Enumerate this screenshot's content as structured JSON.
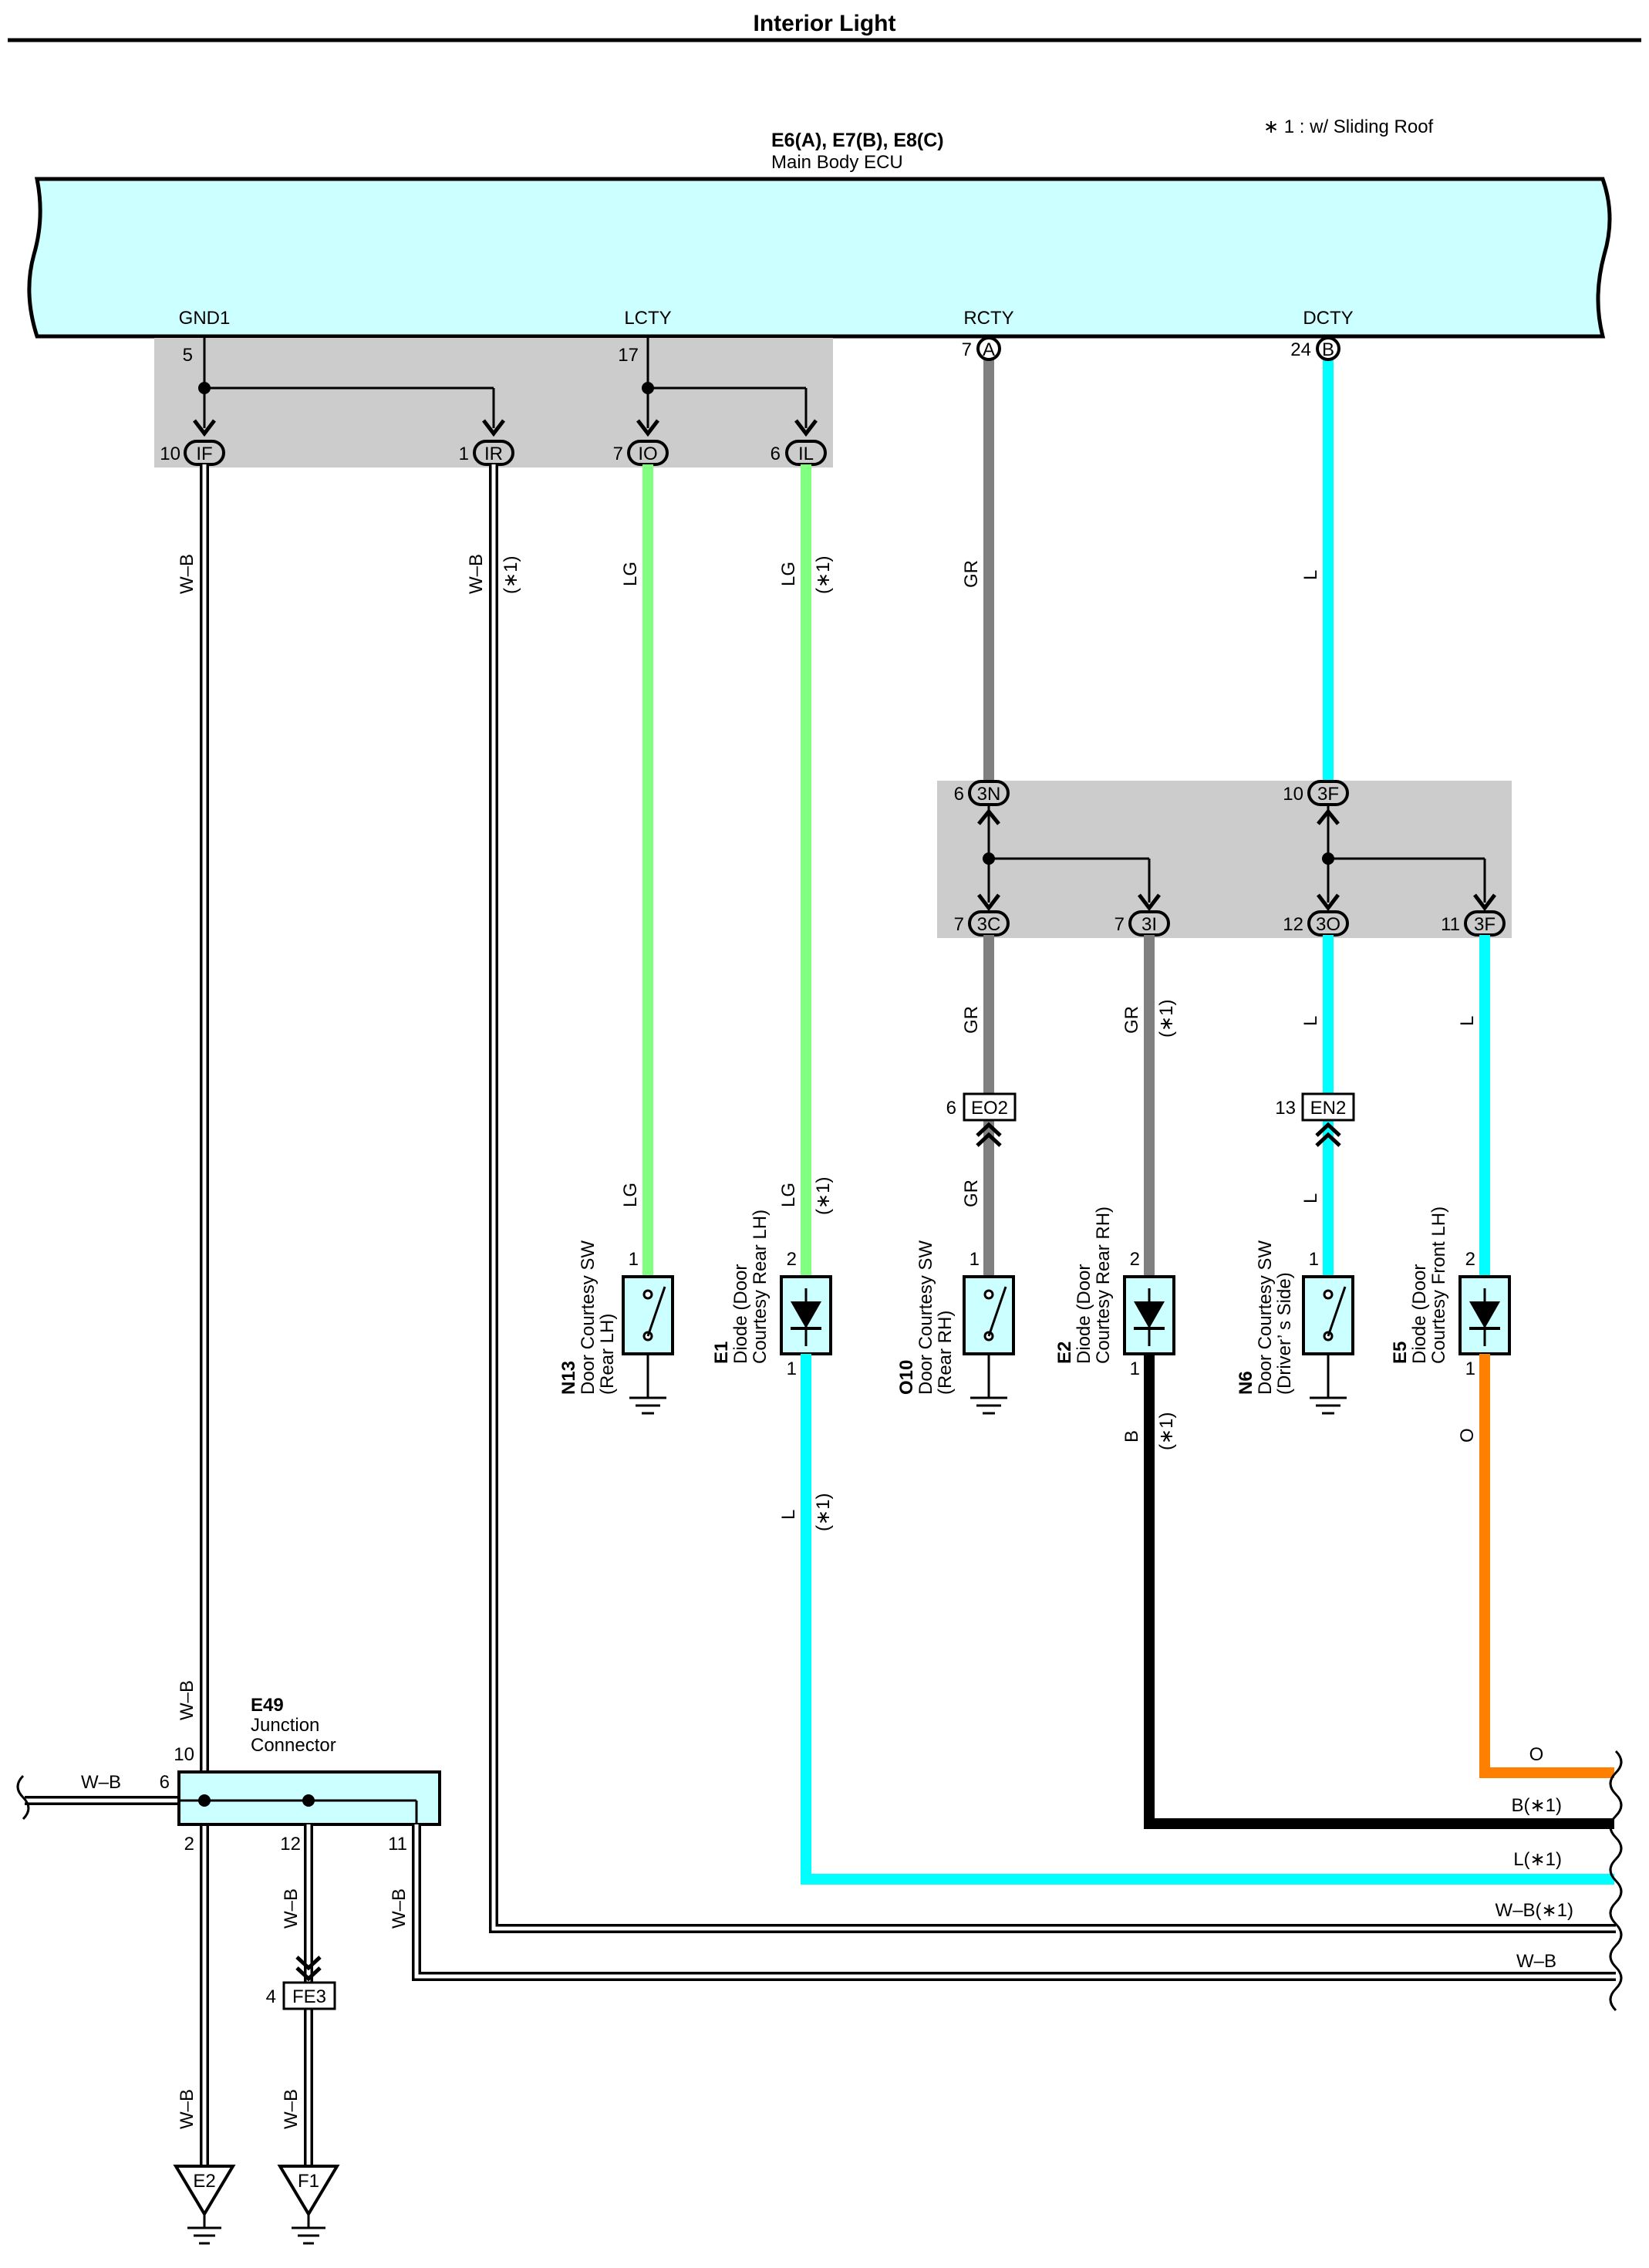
{
  "title": "Interior Light",
  "footnote": "∗ 1 : w/ Sliding Roof",
  "ecu": {
    "ref": "E6(A), E7(B), E8(C)",
    "name": "Main Body ECU"
  },
  "ecu_terminals": {
    "gnd1": {
      "name": "GND1",
      "pin": "5"
    },
    "lcty": {
      "name": "LCTY",
      "pin": "17"
    },
    "rcty": {
      "name": "RCTY",
      "pin": "7",
      "conn": "A"
    },
    "dcty": {
      "name": "DCTY",
      "pin": "24",
      "conn": "B"
    }
  },
  "junction_top": {
    "if": {
      "pin": "10",
      "label": "IF"
    },
    "ir": {
      "pin": "1",
      "label": "IR"
    },
    "io": {
      "pin": "7",
      "label": "IO"
    },
    "il": {
      "pin": "6",
      "label": "IL"
    }
  },
  "junction_mid": {
    "in3n": {
      "pin": "6",
      "label": "3N"
    },
    "in3f": {
      "pin": "10",
      "label": "3F"
    },
    "out3c": {
      "pin": "7",
      "label": "3C"
    },
    "out3i": {
      "pin": "7",
      "label": "3I"
    },
    "out3o": {
      "pin": "12",
      "label": "3O"
    },
    "out3f": {
      "pin": "11",
      "label": "3F"
    }
  },
  "wire_labels": {
    "wb": "W–B",
    "lg": "LG",
    "gr": "GR",
    "l": "L",
    "b": "B",
    "o": "O",
    "star1": "(∗1)"
  },
  "inline_connectors": {
    "eo2": {
      "pin": "6",
      "label": "EO2"
    },
    "en2": {
      "pin": "13",
      "label": "EN2"
    },
    "fe3": {
      "pin": "4",
      "label": "FE3"
    }
  },
  "components": {
    "n13": {
      "ref": "N13",
      "line1": "Door Courtesy SW",
      "line2": "(Rear LH)",
      "pin": "1"
    },
    "e1": {
      "ref": "E1",
      "line1": "Diode (Door",
      "line2": "Courtesy Rear LH)",
      "pin_top": "2",
      "pin_bottom": "1"
    },
    "o10": {
      "ref": "O10",
      "line1": "Door Courtesy SW",
      "line2": "(Rear RH)",
      "pin": "1"
    },
    "e2": {
      "ref": "E2",
      "line1": "Diode (Door",
      "line2": "Courtesy Rear RH)",
      "pin_top": "2",
      "pin_bottom": "1"
    },
    "n6": {
      "ref": "N6",
      "line1": "Door Courtesy SW",
      "line2": "(Driver’ s Side)",
      "pin": "1"
    },
    "e5": {
      "ref": "E5",
      "line1": "Diode (Door",
      "line2": "Courtesy Front LH)",
      "pin_top": "2",
      "pin_bottom": "1"
    }
  },
  "junction_connector": {
    "ref": "E49",
    "line1": "Junction",
    "line2": "Connector",
    "pin_left": "6",
    "pin_top": "10",
    "pin_b1": "2",
    "pin_b2": "12",
    "pin_b3": "11"
  },
  "grounds": {
    "e2": "E2",
    "f1": "F1"
  },
  "bus_labels": {
    "o": "O",
    "b": "B(∗1)",
    "l": "L(∗1)",
    "wb1": "W–B(∗1)",
    "wb": "W–B"
  },
  "colors": {
    "ecu_fill": "#ccffff",
    "junction_fill": "#cccccc",
    "lg": "#80ff80",
    "gr": "#808080",
    "l": "#00ffff",
    "b": "#000000",
    "o": "#ff8000"
  }
}
